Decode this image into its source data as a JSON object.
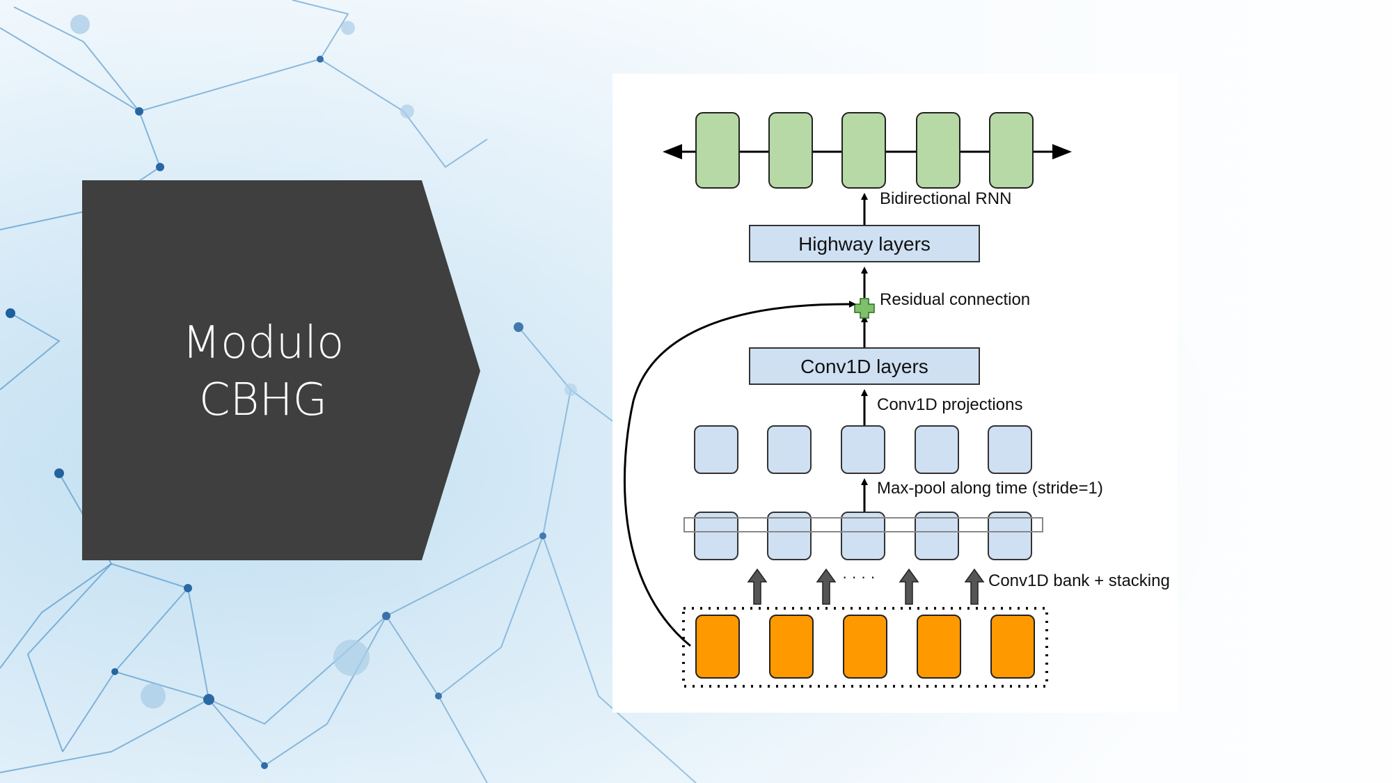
{
  "slide": {
    "title_line1": "Modulo",
    "title_line2": "CBHG",
    "colors": {
      "title_box": "#3f3f3f",
      "rnn_cell": "#b7d9a6",
      "layer_box": "#cfe0f3",
      "input_cell": "#ff9900",
      "residual_plus": "#7fc06a"
    }
  },
  "diagram": {
    "rnn_label": "Bidirectional RNN",
    "highway_label": "Highway layers",
    "residual_label": "Residual connection",
    "conv_layers_label": "Conv1D layers",
    "projections_label": "Conv1D projections",
    "maxpool_label": "Max-pool along time (stride=1)",
    "bank_label": "Conv1D bank + stacking",
    "ellipsis": "· · · ·"
  }
}
